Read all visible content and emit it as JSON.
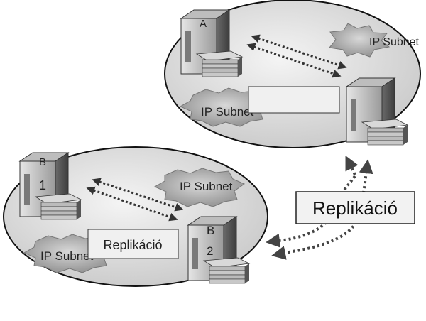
{
  "sites": [
    {
      "servers": [
        {
          "letter": "A",
          "number": ""
        },
        {
          "letter": "",
          "number": ""
        }
      ],
      "subnets": [
        {
          "text": "IP Subnet"
        },
        {
          "text": "IP Subnet"
        }
      ],
      "replication_label": ""
    },
    {
      "servers": [
        {
          "letter": "B",
          "number": "1"
        },
        {
          "letter": "B",
          "number": "2"
        }
      ],
      "subnets": [
        {
          "text": "IP Subnet"
        },
        {
          "text": "IP Subnet"
        }
      ],
      "replication_label": "Replikáció"
    }
  ],
  "inter_site_label": "Replikáció",
  "colors": {
    "ellipse_fill": "#d9d9d9",
    "server_dark": "#4a4a4a",
    "server_light": "#cfcfcf",
    "arrow": "#333333",
    "star": "#b8b8b8"
  }
}
